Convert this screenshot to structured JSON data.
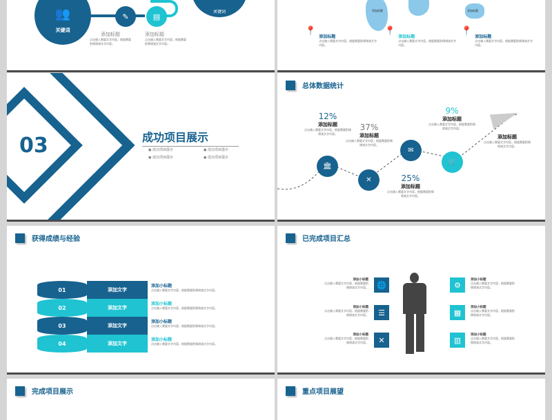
{
  "colors": {
    "dark": "#17628f",
    "light": "#1fc3d2",
    "map": "#8cc8ea"
  },
  "s1": {
    "keyword": "关键词",
    "items": [
      {
        "title": "添加标题",
        "desc": "点击输入需要文字内容，根据需要酌情增减文字内容。",
        "icon": "pencil-icon"
      },
      {
        "title": "添加标题",
        "desc": "点击输入需要文字内容，根据需要酌情增减文字内容。",
        "icon": "book-icon"
      }
    ],
    "right_keyword": "关键词"
  },
  "s2": {
    "map_labels": [
      "添加标题",
      "添加标题"
    ],
    "pins": [
      {
        "title": "添加标题",
        "desc": "点击输入需要文字内容，根据需要酌情增减文字内容。"
      },
      {
        "title": "添加标题",
        "desc": "点击输入需要文字内容，根据需要酌情增减文字内容。"
      },
      {
        "title": "添加标题",
        "desc": "点击输入需要文字内容，根据需要酌情增减文字内容。"
      }
    ]
  },
  "s3": {
    "number": "03",
    "title": "成功项目展示",
    "bullets": [
      "成功项目展示",
      "成功项目展示",
      "成功项目展示",
      "成功项目展示"
    ]
  },
  "s4": {
    "title": "总体数据统计",
    "items": [
      {
        "pct": "12%",
        "title": "添加标题",
        "desc": "点击输入需要文字内容，根据需要酌情增减文字内容。",
        "icon": "bank-icon"
      },
      {
        "pct": "37%",
        "title": "添加标题",
        "desc": "点击输入需要文字内容，根据需要酌情增减文字内容。",
        "icon": "tools-icon"
      },
      {
        "pct": "25%",
        "title": "添加标题",
        "desc": "点击输入需要文字内容，根据需要酌情增减文字内容。",
        "icon": "mail-icon"
      },
      {
        "pct": "9%",
        "title": "添加标题",
        "desc": "点击输入需要文字内容，根据需要酌情增减文字内容。",
        "icon": "cart-icon"
      }
    ],
    "last": {
      "title": "添加标题",
      "desc": "点击输入需要文字内容，根据需要酌情增减文字内容。"
    }
  },
  "s5": {
    "title": "获得成绩与经验",
    "rows": [
      {
        "num": "01",
        "label": "添加文字",
        "sub": "添加小标题",
        "desc": "点击输入需要文字内容，根据需要酌情增减文字内容。"
      },
      {
        "num": "02",
        "label": "添加文字",
        "sub": "添加小标题",
        "desc": "点击输入需要文字内容，根据需要酌情增减文字内容。"
      },
      {
        "num": "03",
        "label": "添加文字",
        "sub": "添加小标题",
        "desc": "点击输入需要文字内容，根据需要酌情增减文字内容。"
      },
      {
        "num": "04",
        "label": "添加文字",
        "sub": "添加小标题",
        "desc": "点击输入需要文字内容，根据需要酌情增减文字内容。"
      }
    ]
  },
  "s6": {
    "title": "已完成项目汇总",
    "left": [
      {
        "sub": "添加小标题",
        "desc": "点击输入需要文字内容，根据需要酌情增减文字内容。",
        "icon": "globe-icon"
      },
      {
        "sub": "添加小标题",
        "desc": "点击输入需要文字内容，根据需要酌情增减文字内容。",
        "icon": "menu-icon"
      },
      {
        "sub": "添加小标题",
        "desc": "点击输入需要文字内容，根据需要酌情增减文字内容。",
        "icon": "tools-icon"
      }
    ],
    "right": [
      {
        "sub": "添加小标题",
        "desc": "点击输入需要文字内容，根据需要酌情增减文字内容。",
        "icon": "gears-icon"
      },
      {
        "sub": "添加小标题",
        "desc": "点击输入需要文字内容，根据需要酌情增减文字内容。",
        "icon": "calendar-icon"
      },
      {
        "sub": "添加小标题",
        "desc": "点击输入需要文字内容，根据需要酌情增减文字内容。",
        "icon": "bar-chart-icon"
      }
    ]
  },
  "s7": {
    "title": "完成项目展示"
  },
  "s8": {
    "title": "重点项目展望"
  }
}
